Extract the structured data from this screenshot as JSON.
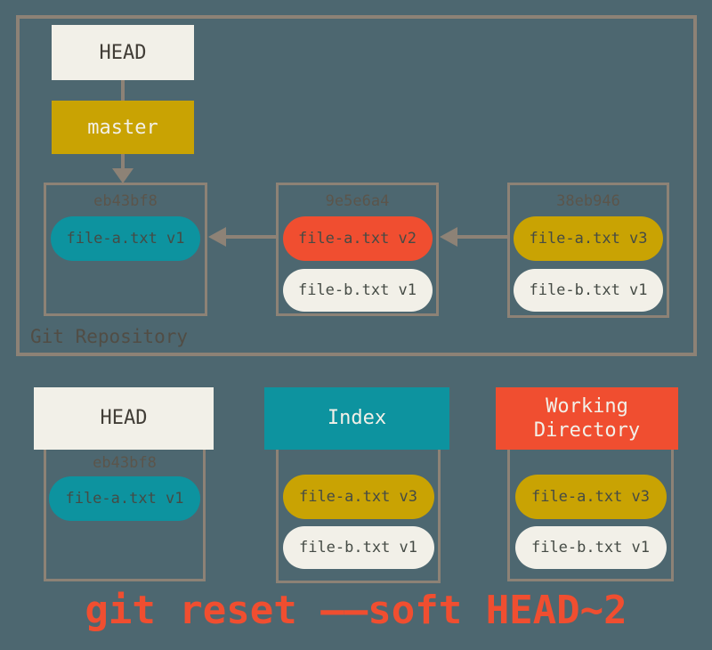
{
  "colors": {
    "bg": "#4d6770",
    "border": "#8d8276",
    "cream": "#f2f0e8",
    "gold": "#c9a303",
    "teal": "#0d939f",
    "red": "#f04e30",
    "ink": "#413d36",
    "pill_ink": "#454b45",
    "muted": "#5b554b",
    "repolabel": "#514d45",
    "caption": "#f04e30"
  },
  "repo": {
    "label": "Git Repository",
    "head_ref": {
      "label": "HEAD",
      "color": "cream"
    },
    "branch_ref": {
      "label": "master",
      "color": "gold"
    },
    "commits": [
      {
        "id": "eb43bf8",
        "files": [
          {
            "label": "file-a.txt v1",
            "color": "teal"
          }
        ]
      },
      {
        "id": "9e5e6a4",
        "files": [
          {
            "label": "file-a.txt v2",
            "color": "red"
          },
          {
            "label": "file-b.txt v1",
            "color": "cream"
          }
        ]
      },
      {
        "id": "38eb946",
        "files": [
          {
            "label": "file-a.txt v3",
            "color": "gold"
          },
          {
            "label": "file-b.txt v1",
            "color": "cream"
          }
        ]
      }
    ]
  },
  "areas": [
    {
      "title": "HEAD",
      "color": "cream",
      "commit_id": "eb43bf8",
      "files": [
        {
          "label": "file-a.txt v1",
          "color": "teal"
        }
      ]
    },
    {
      "title": "Index",
      "color": "teal",
      "files": [
        {
          "label": "file-a.txt v3",
          "color": "gold"
        },
        {
          "label": "file-b.txt v1",
          "color": "cream"
        }
      ]
    },
    {
      "title": "Working Directory",
      "color": "red",
      "files": [
        {
          "label": "file-a.txt v3",
          "color": "gold"
        },
        {
          "label": "file-b.txt v1",
          "color": "cream"
        }
      ]
    }
  ],
  "caption": {
    "text": "git reset ——soft HEAD~2"
  }
}
